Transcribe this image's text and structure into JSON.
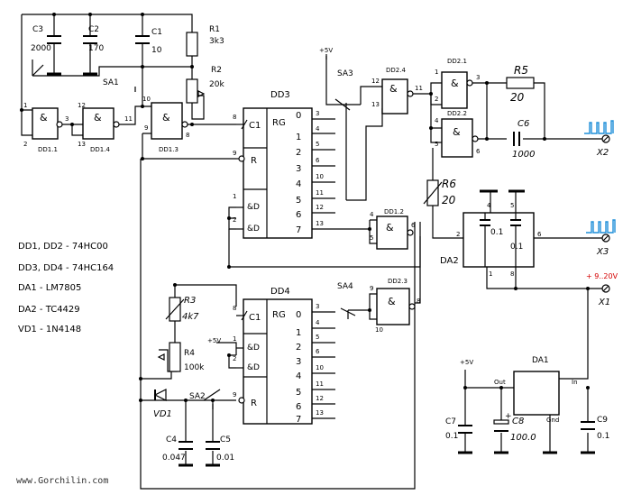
{
  "labels": {
    "dd3": "DD3",
    "dd4": "DD4",
    "rg": "RG",
    "c1": "C1",
    "r": "R",
    "and_d": "&D",
    "amp": "&",
    "dd11": "DD1.1",
    "dd14": "DD1.4",
    "dd13": "DD1.3",
    "dd12": "DD1.2",
    "dd24": "DD2.4",
    "dd21": "DD2.1",
    "dd22": "DD2.2",
    "dd23": "DD2.3",
    "da2": "DA2",
    "da1": "DA1",
    "sa1": "SA1",
    "sa2": "SA2",
    "sa3": "SA3",
    "sa4": "SA4",
    "x1": "X1",
    "x2": "X2",
    "x3": "X3",
    "vd1": "VD1",
    "plus5v": "+5V",
    "vin": "+ 9..20V",
    "out": "Out",
    "in": "In",
    "gnd": "Gnd"
  },
  "pins": {
    "dd3_left": [
      "8",
      "9",
      "1",
      "2"
    ],
    "dd3_right": [
      "3",
      "4",
      "5",
      "6",
      "10",
      "11",
      "12",
      "13"
    ],
    "dd3_outs": [
      "0",
      "1",
      "2",
      "3",
      "4",
      "5",
      "6",
      "7"
    ],
    "dd4_left": [
      "8",
      "1",
      "2",
      "9"
    ],
    "dd4_right": [
      "3",
      "4",
      "5",
      "6",
      "10",
      "11",
      "12",
      "13"
    ],
    "dd4_outs": [
      "0",
      "1",
      "2",
      "3",
      "4",
      "5",
      "6",
      "7"
    ],
    "dd11": [
      "1",
      "2",
      "3"
    ],
    "dd14": [
      "12",
      "13",
      "11"
    ],
    "dd13": [
      "10",
      "9",
      "8"
    ],
    "dd24": [
      "12",
      "13",
      "11"
    ],
    "dd21": [
      "1",
      "2",
      "3"
    ],
    "dd22": [
      "4",
      "5",
      "6"
    ],
    "dd12": [
      "4",
      "5",
      "6"
    ],
    "dd23": [
      "9",
      "10",
      "8"
    ],
    "da2": [
      "4",
      "5",
      "2",
      "6",
      "1",
      "8"
    ]
  },
  "components": {
    "c1": {
      "name": "C1",
      "value": "10"
    },
    "c2": {
      "name": "C2",
      "value": "170"
    },
    "c3": {
      "name": "C3",
      "value": "2000"
    },
    "c4": {
      "name": "C4",
      "value": "0.047"
    },
    "c5": {
      "name": "C5",
      "value": "0.01"
    },
    "c6": {
      "name": "C6",
      "value": "1000"
    },
    "c7": {
      "name": "C7",
      "value": "0.1"
    },
    "c8": {
      "name": "C8",
      "value": "100.0",
      "pol": "+"
    },
    "c9": {
      "name": "C9",
      "value": "0.1"
    },
    "r1": {
      "name": "R1",
      "value": "3k3"
    },
    "r2": {
      "name": "R2",
      "value": "20k"
    },
    "r3": {
      "name": "R3",
      "value": "4k7"
    },
    "r4": {
      "name": "R4",
      "value": "100k"
    },
    "r5": {
      "name": "R5",
      "value": "20"
    },
    "r6": {
      "name": "R6",
      "value": "20"
    },
    "da2_cap_value": "0.1"
  },
  "legend": [
    "DD1, DD2 - 74HC00",
    "DD3, DD4 - 74HC164",
    "DA1 - LM7805",
    "DA2 - TC4429",
    "VD1 - 1N4148"
  ],
  "watermark": "www.Gorchilin.com",
  "colors": {
    "wire": "#000000",
    "supply": "#d40000",
    "signal": "#1e8fd8"
  }
}
